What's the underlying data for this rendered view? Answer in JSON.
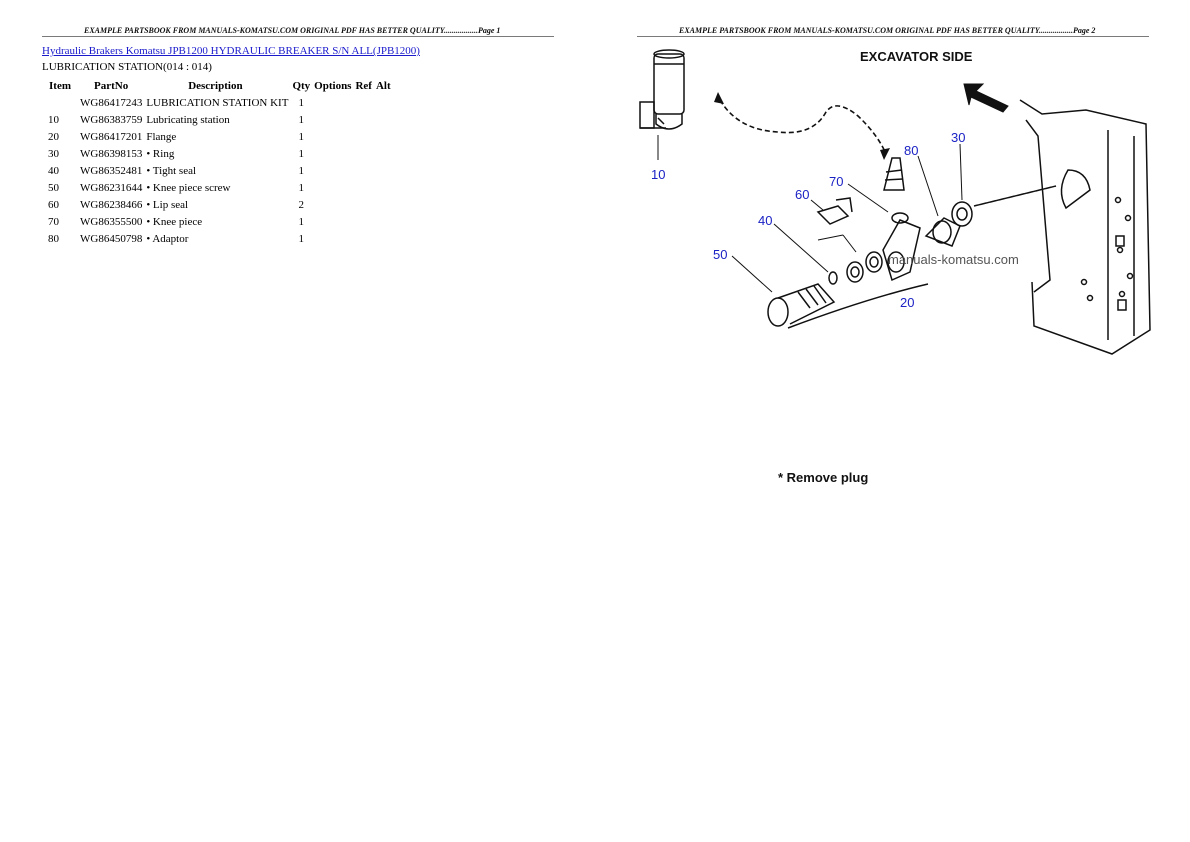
{
  "header": {
    "page1": "EXAMPLE PARTSBOOK FROM MANUALS-KOMATSU.COM ORIGINAL PDF HAS BETTER QUALITY.................Page 1",
    "page2": "EXAMPLE PARTSBOOK FROM MANUALS-KOMATSU.COM ORIGINAL PDF HAS BETTER QUALITY.................Page 2"
  },
  "title_link": "Hydraulic Brakers Komatsu JPB1200 HYDRAULIC BREAKER S/N ALL(JPB1200)",
  "subtitle": "LUBRICATION STATION(014 : 014)",
  "table": {
    "headers": [
      "Item",
      "PartNo",
      "Description",
      "Qty",
      "Options",
      "Ref",
      "Alt"
    ],
    "rows": [
      {
        "item": "",
        "partno": "WG86417243",
        "description": "LUBRICATION STATION KIT",
        "qty": "1"
      },
      {
        "item": "10",
        "partno": "WG86383759",
        "description": "Lubricating station",
        "qty": "1"
      },
      {
        "item": "20",
        "partno": "WG86417201",
        "description": "Flange",
        "qty": "1"
      },
      {
        "item": "30",
        "partno": "WG86398153",
        "description": "• Ring",
        "qty": "1"
      },
      {
        "item": "40",
        "partno": "WG86352481",
        "description": "• Tight seal",
        "qty": "1"
      },
      {
        "item": "50",
        "partno": "WG86231644",
        "description": "• Knee piece screw",
        "qty": "1"
      },
      {
        "item": "60",
        "partno": "WG86238466",
        "description": "• Lip seal",
        "qty": "2"
      },
      {
        "item": "70",
        "partno": "WG86355500",
        "description": "• Knee piece",
        "qty": "1"
      },
      {
        "item": "80",
        "partno": "WG86450798",
        "description": "• Adaptor",
        "qty": "1"
      }
    ]
  },
  "diagram": {
    "heading": "EXCAVATOR SIDE",
    "watermark": "manuals-komatsu.com",
    "note": "* Remove plug",
    "labels": {
      "l10": "10",
      "l20": "20",
      "l30": "30",
      "l40": "40",
      "l50": "50",
      "l60": "60",
      "l70": "70",
      "l80": "80"
    },
    "label_color": "#1b22c4"
  }
}
